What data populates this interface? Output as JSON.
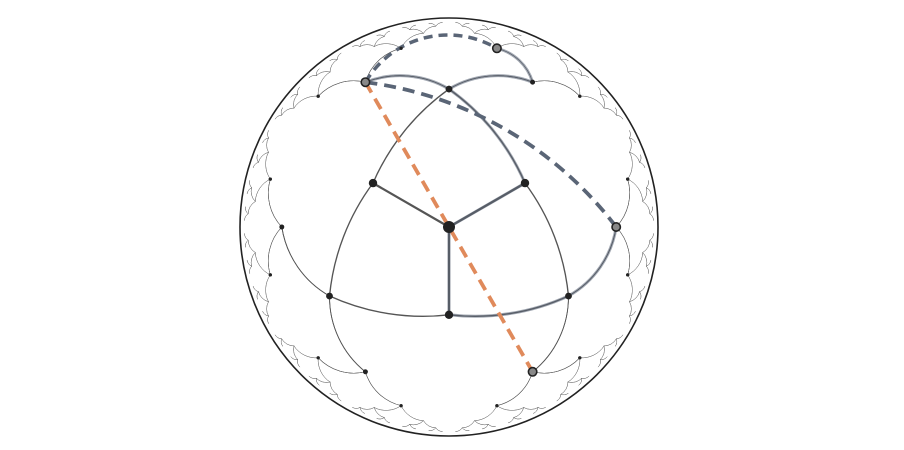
{
  "diagram": {
    "kind": "hyperbolic-tree-in-poincare-disk",
    "branching": 3,
    "depth": 7,
    "colors": {
      "disk_stroke": "#222222",
      "tree_edge": "#555555",
      "node_fill": "#222222",
      "highlight_path": "#5a6576",
      "geodesic_long": "#5a6576",
      "geodesic_short": "#e08a5b",
      "endpoint_ring": "#888888"
    },
    "highlighted_path": {
      "name": "tree-path-between-endpoints",
      "endpoints": [
        "top-right-leaf",
        "bottom-right-leaf"
      ]
    },
    "geodesics": [
      {
        "name": "geodesic-long",
        "style": "dashed",
        "color_key": "geodesic_long"
      },
      {
        "name": "geodesic-short",
        "style": "dashed",
        "color_key": "geodesic_short"
      }
    ],
    "endpoints": [
      {
        "name": "endpoint-top"
      },
      {
        "name": "endpoint-right-upper"
      },
      {
        "name": "endpoint-right-lower"
      },
      {
        "name": "endpoint-bottom"
      }
    ]
  }
}
